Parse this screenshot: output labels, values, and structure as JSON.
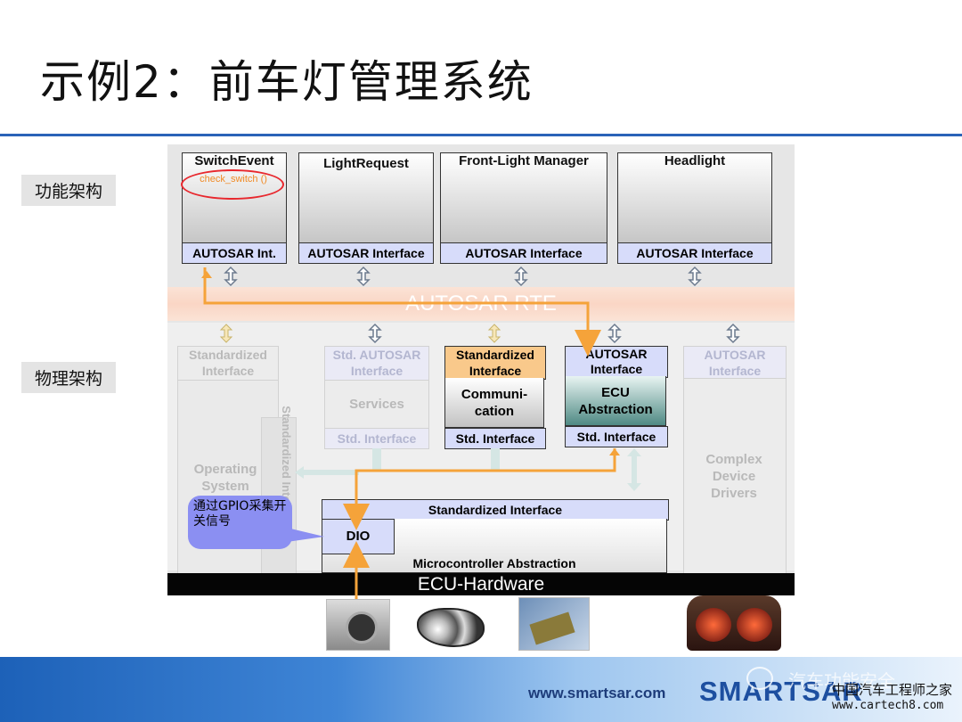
{
  "title": "示例2：前车灯管理系统",
  "labels": {
    "functional": "功能架构",
    "physical": "物理架构"
  },
  "swc": [
    {
      "title": "SwitchEvent",
      "interface": "AUTOSAR Int.",
      "function": "check_switch ()"
    },
    {
      "title": "LightRequest",
      "interface": "AUTOSAR Interface"
    },
    {
      "title": "Front-Light Manager",
      "interface": "AUTOSAR Interface"
    },
    {
      "title": "Headlight",
      "interface": "AUTOSAR Interface"
    }
  ],
  "rte": "AUTOSAR RTE",
  "bsw": {
    "os_top": "Standardized Interface",
    "os": "Operating System",
    "os_side": "Standardized Interface",
    "services_top": "Std. AUTOSAR Interface",
    "services": "Services",
    "services_bottom": "Std. Interface",
    "comm_top": "Standardized Interface",
    "comm": "Communi-cation",
    "comm_bottom": "Std. Interface",
    "ecu_top": "AUTOSAR Interface",
    "ecu": "ECU Abstraction",
    "ecu_bottom": "Std. Interface",
    "cdd_top": "AUTOSAR Interface",
    "cdd": "Complex Device Drivers",
    "mcal_top": "Standardized Interface",
    "mcal": "Microcontroller Abstraction",
    "dio": "DIO"
  },
  "hardware": "ECU-Hardware",
  "callout": "通过GPIO采集开关信号",
  "footer": {
    "url": "www.smartsar.com",
    "brand": "SMARTSAR",
    "wechat": "汽车功能安全",
    "site_cn": "中国汽车工程师之家",
    "site": "www.cartech8.com"
  },
  "colors": {
    "accent": "#2a63b8",
    "signal": "#f5a33a",
    "interface": "#d7dcfa",
    "callout": "#8b8ff2",
    "highlight": "#e8282e"
  }
}
